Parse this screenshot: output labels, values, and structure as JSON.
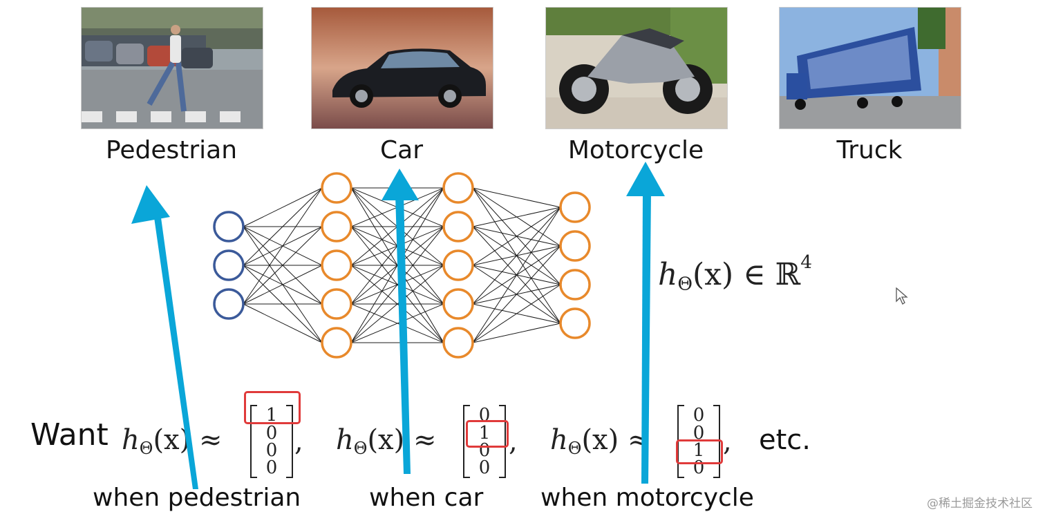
{
  "classes": [
    {
      "label": "Pedestrian"
    },
    {
      "label": "Car"
    },
    {
      "label": "Motorcycle"
    },
    {
      "label": "Truck"
    }
  ],
  "network": {
    "layers": [
      3,
      5,
      5,
      4
    ],
    "colors": {
      "input": "#3b5a9a",
      "hidden": "#e8892b",
      "output": "#e8892b",
      "edge": "#1a1a1a"
    }
  },
  "hypothesis": {
    "h": "h",
    "sub": "Θ",
    "arg": "(x) ∈ ℝ",
    "sup": "4"
  },
  "want": {
    "label": "Want",
    "expr": "(x) ≈",
    "vectors": [
      {
        "values": [
          "1",
          "0",
          "0",
          "0"
        ],
        "highlight": 0,
        "caption": "when pedestrian"
      },
      {
        "values": [
          "0",
          "1",
          "0",
          "0"
        ],
        "highlight": 1,
        "caption": "when car"
      },
      {
        "values": [
          "0",
          "0",
          "1",
          "0"
        ],
        "highlight": 2,
        "caption": "when motorcycle"
      }
    ],
    "comma": ",",
    "etc": "etc."
  },
  "accent": {
    "arrow": "#0aa6d8",
    "highlight": "#e03a3a"
  },
  "watermark": "@稀土掘金技术社区"
}
